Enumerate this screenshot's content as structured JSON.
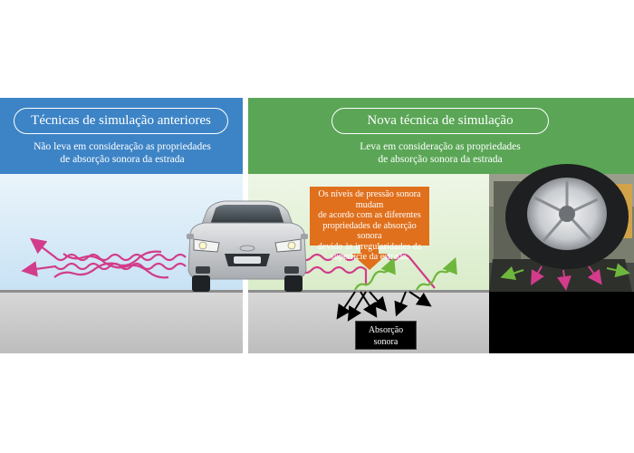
{
  "left_panel": {
    "title": "Técnicas de simulação anteriores",
    "subtitle_line1": "Não leva em consideração as propriedades",
    "subtitle_line2": "de absorção sonora da estrada"
  },
  "right_panel": {
    "title": "Nova técnica de simulação",
    "subtitle_line1": "Leva em consideração as propriedades",
    "subtitle_line2": "de absorção sonora da estrada"
  },
  "callout": {
    "line1": "Os níveis de pressão sonora mudam",
    "line2": "de acordo com as diferentes",
    "line3": "propriedades de absorção sonora",
    "line4": "devido às irregularidades da",
    "line5": "superfície da estrada."
  },
  "absorption_label": {
    "line1": "Absorção",
    "line2": "sonora"
  },
  "colors": {
    "left_header": "#3d84c6",
    "right_header": "#5aa656",
    "callout": "#e0701c",
    "sound_wave": "#d23c8a",
    "absorbed_wave": "#6fb63c",
    "road": "#c9c9c9"
  }
}
